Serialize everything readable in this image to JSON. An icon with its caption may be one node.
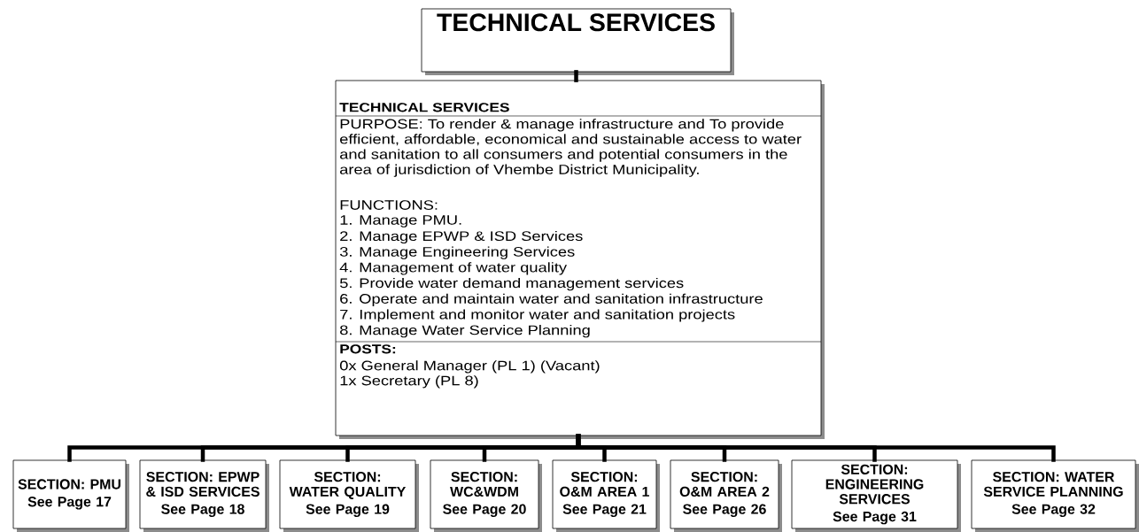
{
  "diagram": {
    "nodes": [
      {
        "text": [
          "TECHNICAL SERVICES"
        ]
      },
      {
        "text": [
          "TECHNICAL SERVICES",
          "PURPOSE: To render & manage  infrastructure and To provide efficient, affordable, economical and sustainable access to water and sanitation to all consumers and potential consumers in the area of jurisdiction of Vhembe District Municipality.",
          "FUNCTIONS:",
          "1. Manage PMU.",
          "2. Manage EPWP & ISD Services",
          "3. Manage Engineering Services",
          "4. Management of water quality",
          "5. Provide water demand management services",
          "6. Operate and maintain water and sanitation infrastructure",
          "7. Implement and monitor water and sanitation projects",
          "8. Manage Water Service Planning",
          "POSTS:",
          "0x General Manager (PL 1) (Vacant)",
          "1x Secretary (PL 8)"
        ]
      },
      {
        "text": [
          "SECTION: PMU",
          "See Page 17"
        ]
      },
      {
        "text": [
          "SECTION: EPWP & ISD SERVICES",
          "See Page 18"
        ]
      },
      {
        "text": [
          "SECTION: WATER QUALITY",
          "See Page 19"
        ]
      },
      {
        "text": [
          "SECTION: WC&WDM",
          "See Page 20"
        ]
      },
      {
        "text": [
          "SECTION: O&M AREA 1",
          "See Page 21"
        ]
      },
      {
        "text": [
          "SECTION: O&M AREA 2",
          "See Page 26"
        ]
      },
      {
        "text": [
          "SECTION: ENGINEERING SERVICES",
          "See Page 31"
        ]
      },
      {
        "text": [
          "SECTION: WATER SERVICE PLANNING",
          "See Page 32"
        ]
      }
    ],
    "edges": [
      {
        "from": 0,
        "to": 1,
        "arrow": "none"
      },
      {
        "from": 1,
        "to": 2,
        "arrow": "none"
      },
      {
        "from": 1,
        "to": 3,
        "arrow": "none"
      },
      {
        "from": 1,
        "to": 4,
        "arrow": "none"
      },
      {
        "from": 1,
        "to": 5,
        "arrow": "none"
      },
      {
        "from": 1,
        "to": 6,
        "arrow": "none"
      },
      {
        "from": 1,
        "to": 7,
        "arrow": "none"
      },
      {
        "from": 1,
        "to": 8,
        "arrow": "none"
      },
      {
        "from": 1,
        "to": 9,
        "arrow": "none"
      }
    ]
  }
}
